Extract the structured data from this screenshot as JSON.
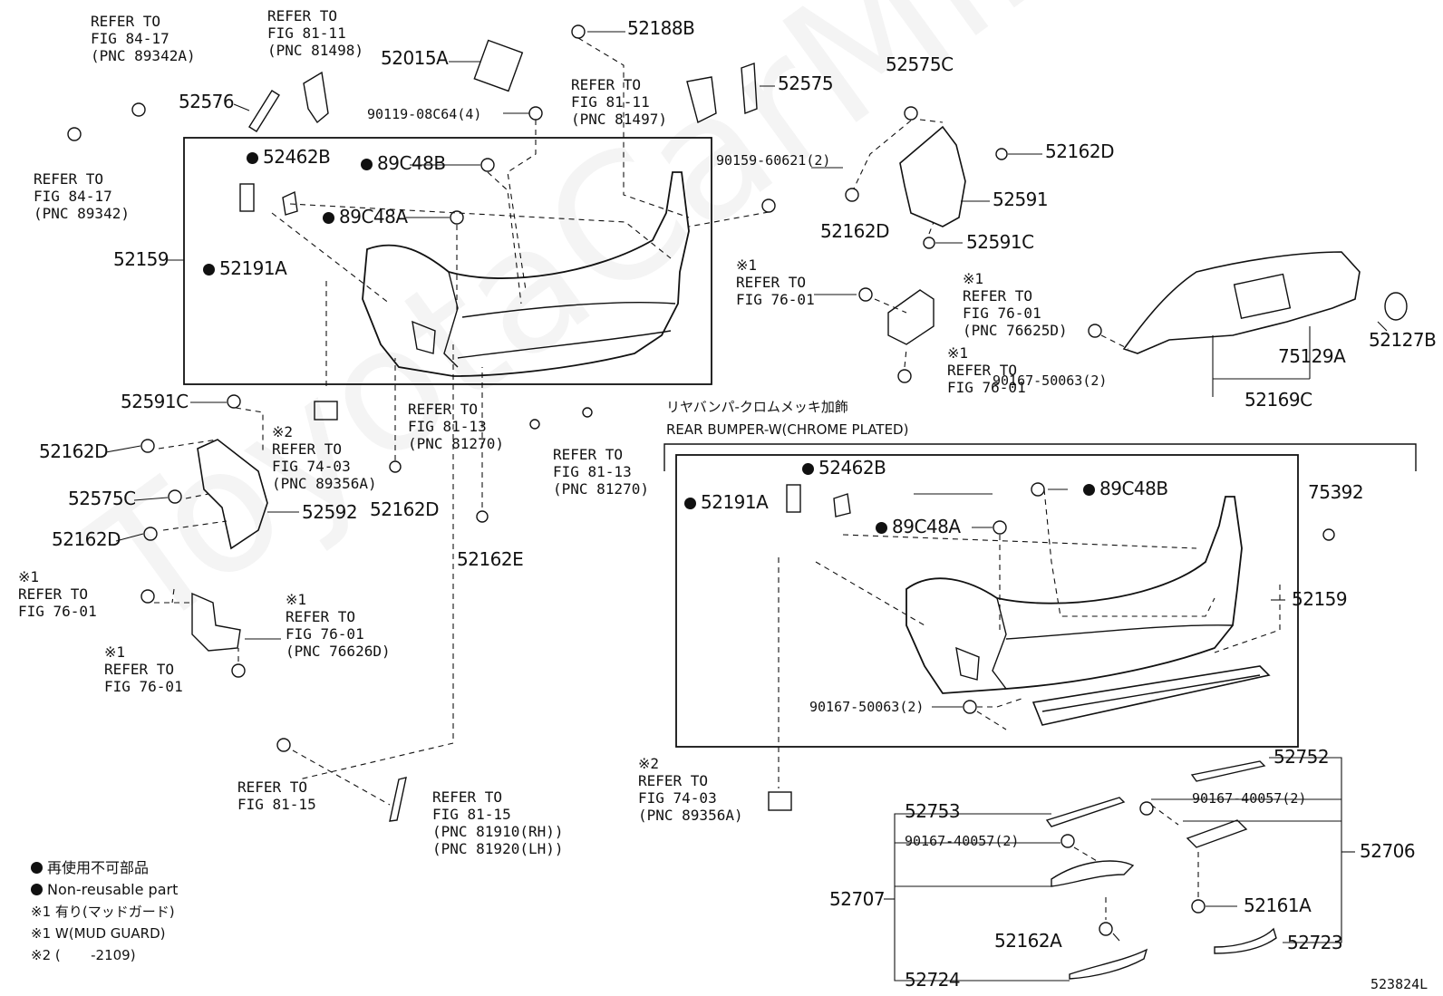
{
  "watermark": "ToyotaCarMine.ru",
  "labels": {
    "l52188B": "52188B",
    "l52015A": "52015A",
    "l90119": "90119-08C64(4)",
    "l52575": "52575",
    "l52576": "52576",
    "l52575C_top": "52575C",
    "l52162D_tr": "52162D",
    "l52591": "52591",
    "l52162D_tr2": "52162D",
    "l52591C_tr": "52591C",
    "l90159": "90159-60621(2)",
    "l52462B_left": "52462B",
    "l89C48B_left": "89C48B",
    "l89C48A_left": "89C48A",
    "l52159_left": "52159",
    "l52191A_left": "52191A",
    "l52591C_left": "52591C",
    "l52162D_l1": "52162D",
    "l52575C_left": "52575C",
    "l52592": "52592",
    "l52162D_l2": "52162D",
    "l52162D_mid": "52162D",
    "l52162E": "52162E",
    "l90167_50063_r": "90167-50063(2)",
    "l75129A": "75129A",
    "l52169C": "52169C",
    "l52127B": "52127B",
    "l52462B_right": "52462B",
    "l52191A_right": "52191A",
    "l89C48B_right": "89C48B",
    "l89C48A_right": "89C48A",
    "l75392": "75392",
    "l52159_right": "52159",
    "l90167_50063_b": "90167-50063(2)",
    "l52752": "52752",
    "l90167_40057_r": "90167-40057(2)",
    "l52706": "52706",
    "l52753": "52753",
    "l90167_40057_l": "90167-40057(2)",
    "l52707": "52707",
    "l52161A": "52161A",
    "l52162A": "52162A",
    "l52723": "52723",
    "l52724": "52724",
    "l523824L": "523824L"
  },
  "refs": {
    "r1": "REFER TO\nFIG 84-17\n(PNC 89342A)",
    "r2": "REFER TO\nFIG 81-11\n(PNC 81498)",
    "r3": "REFER TO\nFIG 84-17\n(PNC 89342)",
    "r4": "REFER TO\nFIG 81-11\n(PNC 81497)",
    "r5": "※1\nREFER TO\nFIG 76-01",
    "r6": "※1\nREFER TO\nFIG 76-01\n(PNC 76625D)",
    "r7": "※1\nREFER TO\nFIG 76-01",
    "r8": "※2\nREFER TO\nFIG 74-03\n(PNC 89356A)",
    "r9": "REFER TO\nFIG 81-13\n(PNC 81270)",
    "r10": "REFER TO\nFIG 81-13\n(PNC 81270)",
    "r11": "※1\nREFER TO\nFIG 76-01",
    "r12": "※1\nREFER TO\nFIG 76-01\n(PNC 76626D)",
    "r13": "※1\nREFER TO\nFIG 76-01",
    "r14": "REFER TO\nFIG 81-15",
    "r15": "REFER TO\nFIG 81-15\n(PNC 81910(RH))\n(PNC 81920(LH))",
    "r16": "※2\nREFER TO\nFIG 74-03\n(PNC 89356A)"
  },
  "section": {
    "jp": "リヤバンパ-クロムメッキ加飾",
    "en": "REAR BUMPER-W(CHROME PLATED)"
  },
  "legend": {
    "jp": "再使用不可部品",
    "en": "Non-reusable part",
    "n1_jp": "※1 有り(マッドガード)",
    "n1_en": "※1 W(MUD GUARD)",
    "n2": "※2 (       -2109)"
  }
}
